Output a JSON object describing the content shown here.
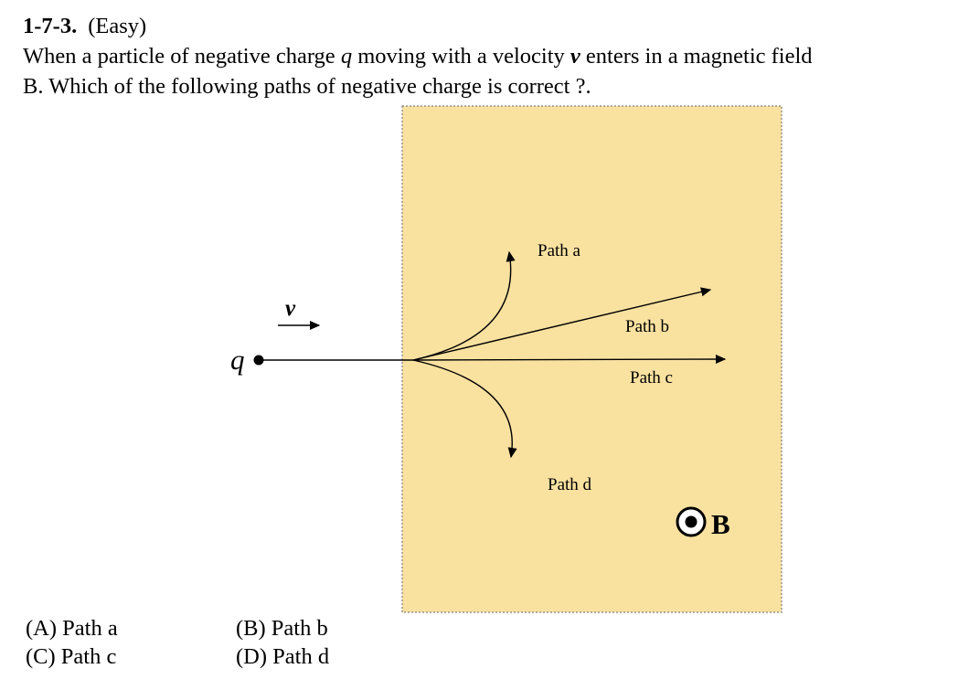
{
  "header": {
    "number": "1-7-3.",
    "difficulty": "(Easy)"
  },
  "question": {
    "part1": "When a particle of negative charge ",
    "charge_symbol": "q",
    "part2": " moving with a velocity ",
    "velocity_symbol": "v",
    "part3": " enters in a magnetic field",
    "line2": "B. Which of the following paths of negative charge is correct ?."
  },
  "diagram": {
    "field_fill_color": "#F9E1A0",
    "field_border_color": "#808080",
    "line_color": "#000000",
    "charge_label": "q",
    "velocity_label": "v",
    "field_label": "B",
    "path_a_label": "Path a",
    "path_b_label": "Path b",
    "path_c_label": "Path c",
    "path_d_label": "Path d"
  },
  "options": [
    "(A) Path a",
    "(B) Path b",
    "(C) Path c",
    "(D) Path d"
  ]
}
